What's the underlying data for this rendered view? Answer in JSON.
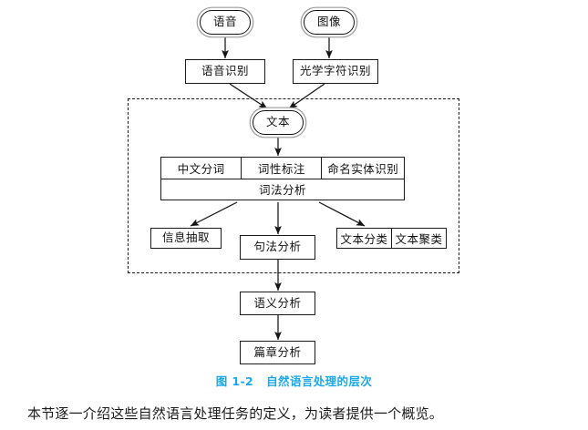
{
  "figure": {
    "caption_number": "图 1-2",
    "caption_title": "自然语言处理的层次",
    "caption_color": "#1ba8e8"
  },
  "nodes": {
    "speech_input": {
      "label": "语音",
      "shape": "stadium"
    },
    "image_input": {
      "label": "图像",
      "shape": "stadium"
    },
    "speech_recognition": {
      "label": "语音识别",
      "shape": "box"
    },
    "ocr": {
      "label": "光学字符识别",
      "shape": "box"
    },
    "text": {
      "label": "文本",
      "shape": "stadium"
    },
    "information_extraction": {
      "label": "信息抽取",
      "shape": "box"
    },
    "syntactic_analysis": {
      "label": "句法分析",
      "shape": "box"
    },
    "semantic_analysis": {
      "label": "语义分析",
      "shape": "box"
    },
    "discourse_analysis": {
      "label": "篇章分析",
      "shape": "box"
    }
  },
  "lexical_table": {
    "top_row": [
      "中文分词",
      "词性标注",
      "命名实体识别"
    ],
    "bottom_row": "词法分析"
  },
  "classify_pair": {
    "cells": [
      "文本分类",
      "文本聚类"
    ]
  },
  "body": {
    "paragraph": "本节逐一介绍这些自然语言处理任务的定义，为读者提供一个概览。"
  }
}
